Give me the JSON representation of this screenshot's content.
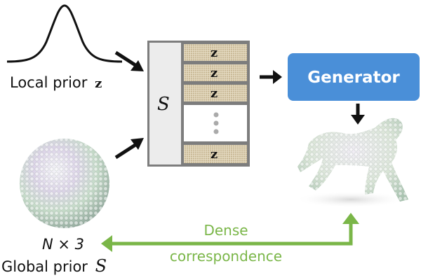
{
  "local_prior": {
    "label": "Local prior",
    "symbol": "z"
  },
  "global_prior": {
    "size_label": "N × 3",
    "label": "Global prior",
    "symbol": "S"
  },
  "matrix": {
    "shared_symbol": "S",
    "rows": [
      {
        "type": "latent",
        "symbol": "z"
      },
      {
        "type": "latent",
        "symbol": "z"
      },
      {
        "type": "latent",
        "symbol": "z"
      },
      {
        "type": "ellipsis"
      },
      {
        "type": "latent",
        "symbol": "z"
      }
    ]
  },
  "generator": {
    "label": "Generator"
  },
  "correspondence": {
    "line1": "Dense",
    "line2": "correspondence"
  },
  "colors": {
    "generator_fill": "#4a8fd8",
    "arrow_green": "#7ab648",
    "matrix_border": "#707070",
    "latent_fill": "#d8c9a8"
  }
}
